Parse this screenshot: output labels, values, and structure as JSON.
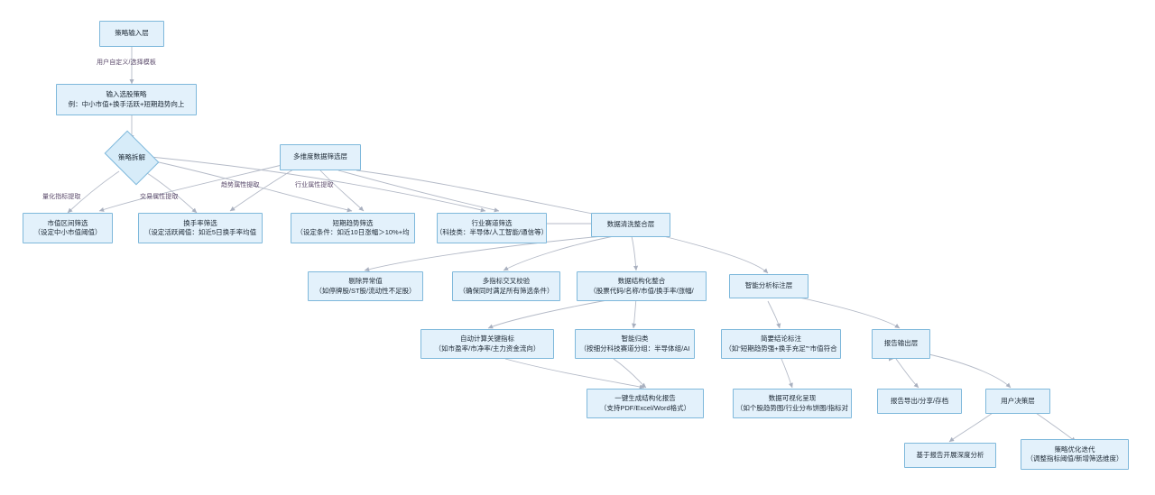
{
  "diagram": {
    "title": "选股策略流程图",
    "theme": {
      "node_fill": "#e3f1fb",
      "node_border": "#7eb8db",
      "node_text": "#1b2733",
      "edge_stroke": "#b0b6c4",
      "edge_label_text": "#5b4a6b",
      "background": "#ffffff"
    }
  },
  "nodes": {
    "strategy_input_layer": {
      "line1": "策略输入层",
      "line2": ""
    },
    "input_strategy": {
      "line1": "输入选股策略",
      "line2": "例：中小市值+换手活跃+短期趋势向上"
    },
    "strategy_decomposition": {
      "line1": "策略拆解",
      "line2": ""
    },
    "multi_dim_screen_layer": {
      "line1": "多维度数据筛选层",
      "line2": ""
    },
    "market_cap_filter": {
      "line1": "市值区间筛选",
      "line2": "（设定中小市值阈值）"
    },
    "turnover_filter": {
      "line1": "换手率筛选",
      "line2": "（设定活跃阈值：如近5日换手率均值"
    },
    "short_trend_filter": {
      "line1": "短期趋势筛选",
      "line2": "（设定条件：如近10日涨幅＞10%+均"
    },
    "industry_filter": {
      "line1": "行业赛道筛选",
      "line2": "（科技类：半导体/人工智能/通信等）"
    },
    "data_clean_layer": {
      "line1": "数据清洗整合层",
      "line2": ""
    },
    "remove_outliers": {
      "line1": "剔除异常值",
      "line2": "（如停牌股/ST股/流动性不足股）"
    },
    "cross_validation": {
      "line1": "多指标交叉校验",
      "line2": "（确保同时满足所有筛选条件）"
    },
    "data_structuring": {
      "line1": "数据结构化整合",
      "line2": "（股票代码/名称/市值/换手率/涨幅/"
    },
    "smart_analysis_layer": {
      "line1": "智能分析标注层",
      "line2": ""
    },
    "auto_calc_metrics": {
      "line1": "自动计算关键指标",
      "line2": "（如市盈率/市净率/主力资金流向）"
    },
    "smart_classification": {
      "line1": "智能归类",
      "line2": "（按细分科技赛道分组：半导体组/AI"
    },
    "conclusion_tagging": {
      "line1": "简要结论标注",
      "line2": "（如“短期趋势强+换手充足”“市值符合"
    },
    "report_output_layer": {
      "line1": "报告输出层",
      "line2": ""
    },
    "generate_report": {
      "line1": "一键生成结构化报告",
      "line2": "（支持PDF/Excel/Word格式）"
    },
    "data_visualization": {
      "line1": "数据可视化呈现",
      "line2": "（如个股趋势图/行业分布饼图/指标对"
    },
    "report_export": {
      "line1": "报告导出/分享/存档",
      "line2": ""
    },
    "user_decision_layer": {
      "line1": "用户决策层",
      "line2": ""
    },
    "deep_analysis": {
      "line1": "基于报告开展深度分析",
      "line2": ""
    },
    "strategy_iteration": {
      "line1": "策略优化迭代",
      "line2": "（调整指标阈值/新增筛选维度）"
    }
  },
  "edge_labels": {
    "user_template": "用户自定义/选择模板",
    "quant_metric": "量化指标提取",
    "trade_attr": "交易属性提取",
    "trend_attr": "趋势属性提取",
    "industry_attr": "行业属性提取"
  }
}
